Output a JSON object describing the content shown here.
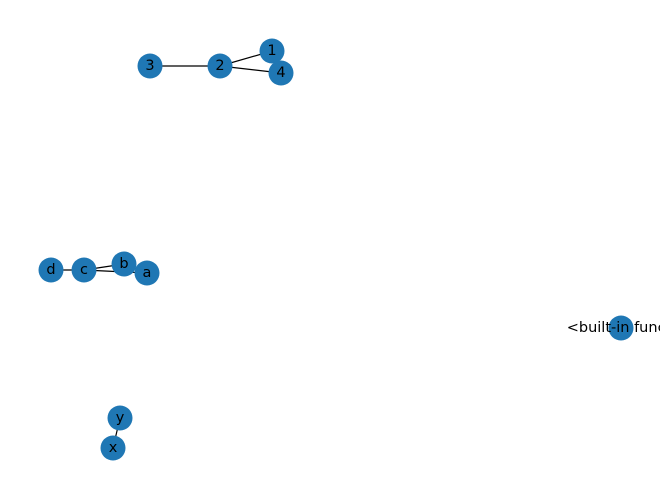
{
  "graph": {
    "node_color": "#1f77b4",
    "edge_color": "#000000",
    "nodes": [
      "1",
      "2",
      "3",
      "4",
      "a",
      "b",
      "c",
      "d",
      "x",
      "y",
      "<built-in functi"
    ],
    "edges": [
      [
        "1",
        "2"
      ],
      [
        "2",
        "3"
      ],
      [
        "2",
        "4"
      ],
      [
        "a",
        "b"
      ],
      [
        "b",
        "c"
      ],
      [
        "c",
        "a"
      ],
      [
        "c",
        "d"
      ],
      [
        "x",
        "y"
      ]
    ]
  }
}
